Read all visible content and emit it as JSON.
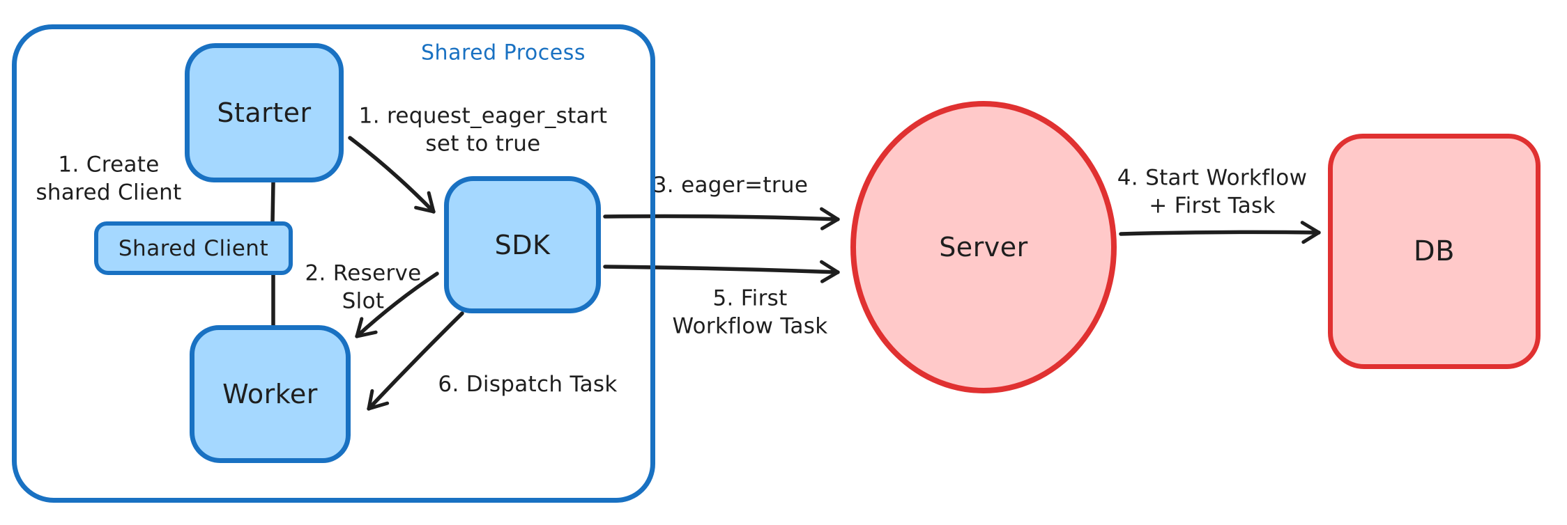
{
  "colors": {
    "blue_stroke": "#1971c2",
    "blue_fill": "#a5d8ff",
    "red_stroke": "#e03131",
    "red_fill": "#ffc9c9",
    "ink": "#1e1e1e",
    "background": "#ffffff"
  },
  "container": {
    "label": "Shared Process"
  },
  "nodes": {
    "starter": {
      "label": "Starter"
    },
    "shared_client": {
      "label": "Shared Client"
    },
    "worker": {
      "label": "Worker"
    },
    "sdk": {
      "label": "SDK"
    },
    "server": {
      "label": "Server"
    },
    "db": {
      "label": "DB"
    }
  },
  "labels": {
    "create_client": {
      "line1": "1. Create",
      "line2": "shared Client"
    },
    "request_eager_start": {
      "line1": "1. request_eager_start",
      "line2": "set to true"
    },
    "reserve_slot": {
      "line1": "2. Reserve",
      "line2": "Slot"
    },
    "eager_true": {
      "text": "3. eager=true"
    },
    "start_workflow": {
      "line1": "4. Start Workflow",
      "line2": "+ First Task"
    },
    "first_workflow_task": {
      "line1": "5. First",
      "line2": "Workflow Task"
    },
    "dispatch_task": {
      "text": "6. Dispatch Task"
    }
  },
  "edges": [
    {
      "from": "starter",
      "to": "shared_client",
      "type": "line"
    },
    {
      "from": "shared_client",
      "to": "worker",
      "type": "line"
    },
    {
      "from": "starter",
      "to": "sdk",
      "type": "arrow",
      "label": "1. request_eager_start set to true"
    },
    {
      "from": "sdk",
      "to": "worker",
      "type": "arrow",
      "label": "2. Reserve Slot"
    },
    {
      "from": "sdk",
      "to": "server",
      "type": "arrow",
      "label": "3. eager=true"
    },
    {
      "from": "server",
      "to": "db",
      "type": "arrow",
      "label": "4. Start Workflow + First Task"
    },
    {
      "from": "sdk",
      "to": "server",
      "type": "arrow",
      "label": "5. First Workflow Task"
    },
    {
      "from": "sdk",
      "to": "worker",
      "type": "arrow",
      "label": "6. Dispatch Task"
    }
  ]
}
